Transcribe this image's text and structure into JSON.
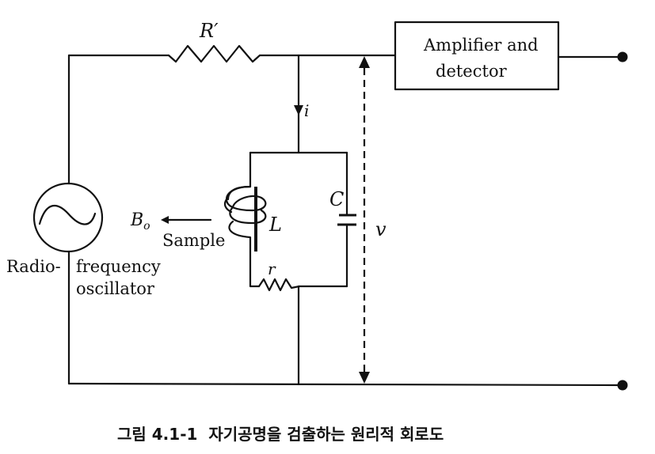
{
  "diagram": {
    "labels": {
      "resistor_main": "R′",
      "current": "i",
      "amplifier_line1": "Amplifier and",
      "amplifier_line2": "detector",
      "field": "B",
      "field_subscript": "o",
      "sample": "Sample",
      "inductor": "L",
      "capacitor": "C",
      "resistor_small": "r",
      "voltage": "v",
      "oscillator_line1": "Radio-",
      "oscillator_line2": "frequency",
      "oscillator_line3": "oscillator"
    },
    "caption": "그림 4.1-1  자기공명을 검출하는 원리적 회로도"
  }
}
